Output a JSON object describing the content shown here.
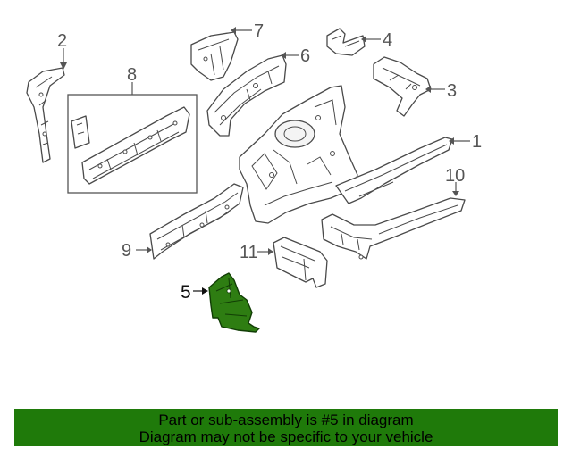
{
  "callouts": {
    "c1": "1",
    "c2": "2",
    "c3": "3",
    "c4": "4",
    "c5": "5",
    "c6": "6",
    "c7": "7",
    "c8": "8",
    "c9": "9",
    "c10": "10",
    "c11": "11"
  },
  "banner": {
    "line1": "Part or sub-assembly is #5 in diagram",
    "line2": "Diagram may not be specific to your vehicle"
  },
  "colors": {
    "highlight": "#2e7d12",
    "banner": "#1f7a0a",
    "line": "#4a4a4a"
  }
}
